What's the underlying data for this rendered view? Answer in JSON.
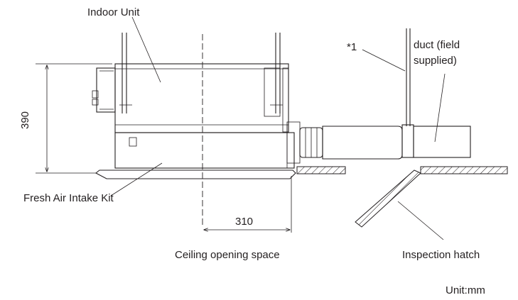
{
  "labels": {
    "indoor_unit": "Indoor Unit",
    "note_ref": "*1",
    "duct_line1": "duct (field",
    "duct_line2": "supplied)",
    "height_dim": "390",
    "fresh_air": "Fresh Air Intake Kit",
    "width_dim": "310",
    "ceiling_opening": "Ceiling opening space",
    "inspection_hatch": "Inspection hatch",
    "unit": "Unit:mm"
  }
}
